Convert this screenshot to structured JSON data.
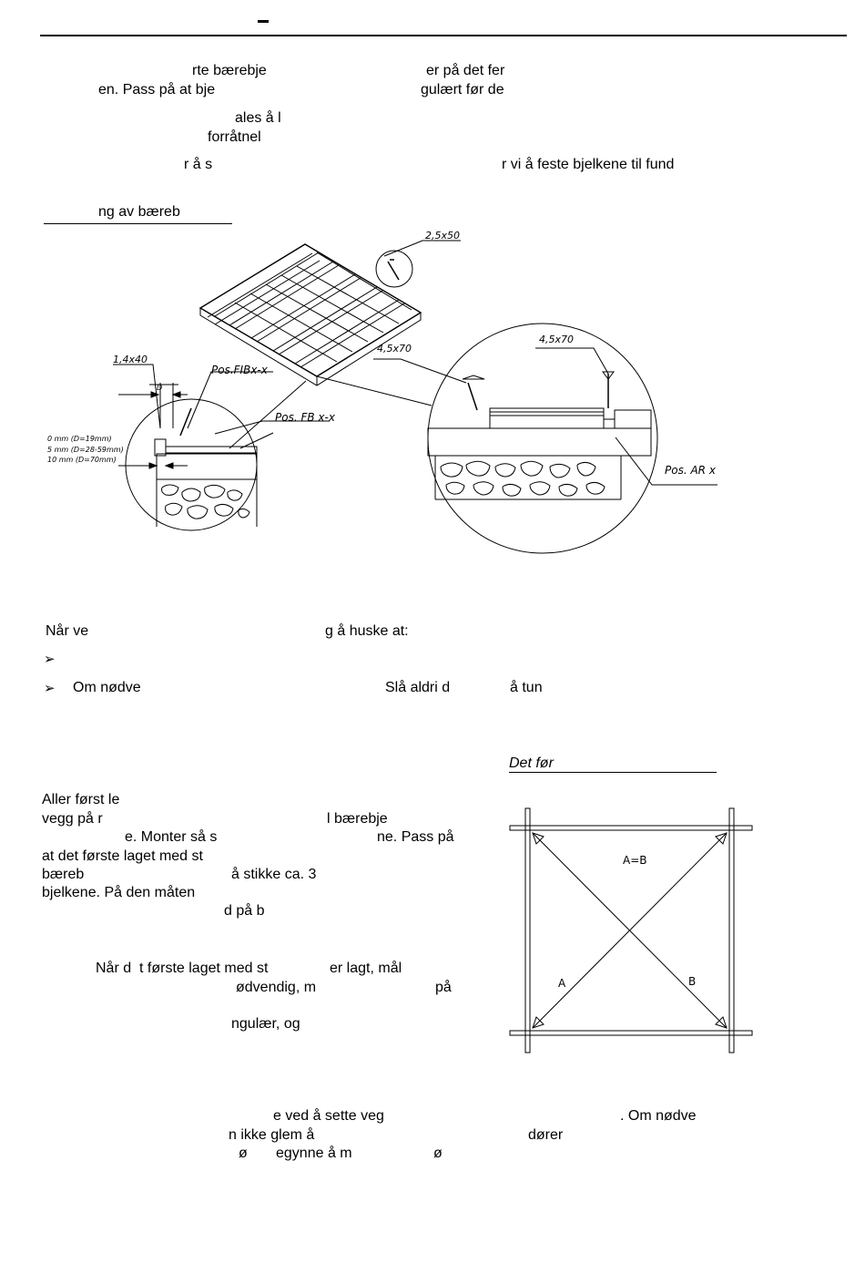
{
  "header": {
    "mark": "–"
  },
  "intro": {
    "l1a": "rte bærebje",
    "l1b": "er på det fer",
    "l2a": "en. Pass på at bje",
    "l2b": "gulært før de",
    "l3": "ales å l",
    "l4": "forråtnel",
    "l5a": "r å s",
    "l5b": "r vi å feste bjelkene til fund"
  },
  "section1": {
    "heading": "ng av bæreb"
  },
  "figure1": {
    "nail_top": "2,5x50",
    "nail_left": "1,4x40",
    "nail_mid": "4,5x70",
    "nail_right": "4,5x70",
    "pos_fibx": "Pos.FIBx-x",
    "pos_fbx": "Pos. FB x-x",
    "pos_ar": "Pos. AR x",
    "dim_d": "D",
    "gap_1": "0 mm (D=19mm)",
    "gap_2": "5 mm (D=28-59mm)",
    "gap_3": "10 mm (D=70mm)"
  },
  "remember": {
    "intro_a": "Når ve",
    "intro_b": "g å huske at:",
    "b2a": "Om nødve",
    "b2b": "Slå aldri d",
    "b2c": "å tun"
  },
  "section2": {
    "side_heading": "Det før",
    "p1": [
      "Aller først le",
      "vegg på r",
      "l bærebje",
      "e. Monter så s",
      "ne. Pass på",
      "at det første laget med st",
      "bæreb",
      "å stikke ca. 3",
      "bjelkene. På den måten",
      "d på b"
    ],
    "p2": [
      "Når d  t første laget med st",
      "er lagt, mål",
      "ødvendig, m",
      "på",
      "ngulær, og"
    ]
  },
  "figure2": {
    "label_ab": "A=B",
    "label_a": "A",
    "label_b": "B"
  },
  "closing": {
    "a": "e ved å sette veg",
    "b": ". Om nødve",
    "c": "n ikke glem å",
    "d": "dører",
    "e": "ø",
    "f": "egynne å m",
    "g": "ø"
  }
}
